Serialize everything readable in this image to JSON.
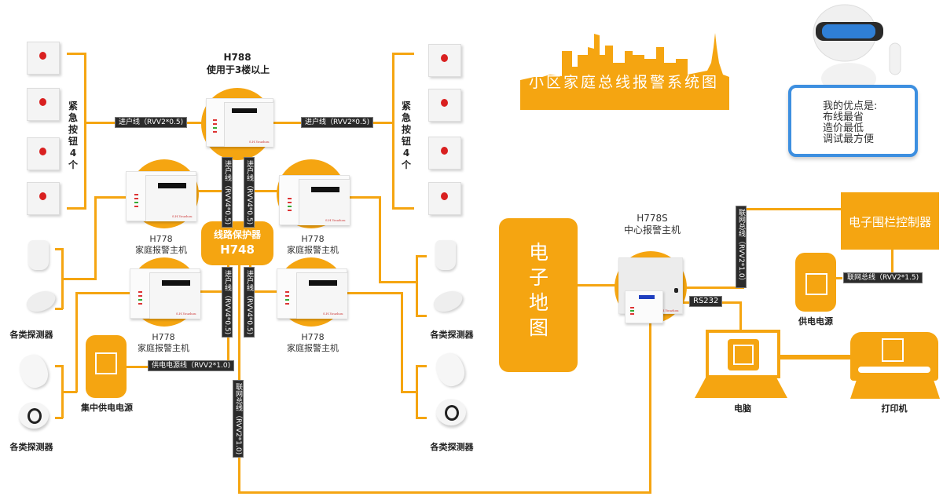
{
  "title": "小区家庭总线报警系统图",
  "mascot": {
    "heading": "我的优点是:",
    "points": [
      "布线最省",
      "造价最低",
      "调试最方便"
    ]
  },
  "left_group": {
    "buttons_label": "紧急按钮4个",
    "detectors_label_1": "各类探测器",
    "detectors_label_2": "各类探测器",
    "psu_label": "集中供电电源"
  },
  "right_group": {
    "buttons_label": "紧急按钮4个",
    "detectors_label_1": "各类探测器",
    "detectors_label_2": "各类探测器"
  },
  "h788": {
    "model": "H788",
    "desc": "使用于3楼以上"
  },
  "h778_units": [
    {
      "model": "H778",
      "desc": "家庭报警主机"
    },
    {
      "model": "H778",
      "desc": "家庭报警主机"
    },
    {
      "model": "H778",
      "desc": "家庭报警主机"
    },
    {
      "model": "H778",
      "desc": "家庭报警主机"
    }
  ],
  "protector": {
    "name": "线路保护器",
    "model": "H748"
  },
  "center": {
    "model": "H778S",
    "desc": "中心报警主机",
    "brand": "S.H.Youzhou"
  },
  "brand": "S.H.Youzhou",
  "emap_label": "电子地图",
  "fence_label": "电子围栏控制器",
  "psu_right_label": "供电电源",
  "computer_label": "电脑",
  "printer_label": "打印机",
  "wires": {
    "entry_left": "进户线（RVV2*0.5)",
    "entry_right": "进户线（RVV2*0.5)",
    "riser_1": "进户线（RVV4*0.5)",
    "riser_2": "进户线（RVV4*0.5)",
    "riser_3": "进户线（RVV4*0.5)",
    "riser_4": "进户线（RVV4*0.5)",
    "power": "供电电源线（RVV2*1.0)",
    "bus_left": "联网总线（RVV2*1.0)",
    "bus_right": "联网总线（RVV2*1.0）",
    "fence_bus": "联网总线（RVV2*1.5)",
    "rs232": "RS232"
  },
  "colors": {
    "accent": "#f5a511",
    "tag_bg": "#2b2b2b"
  }
}
